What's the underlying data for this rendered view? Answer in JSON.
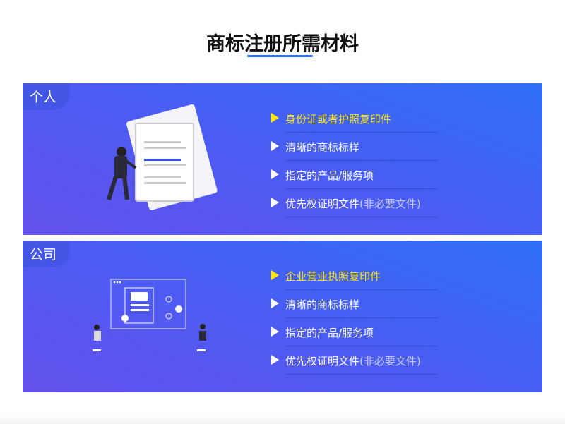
{
  "title": "商标注册所需材料",
  "sections": [
    {
      "tag": "个人",
      "items": [
        {
          "label": "身份证或者护照复印件",
          "note": "",
          "highlight": true
        },
        {
          "label": "清晰的商标标样",
          "note": ""
        },
        {
          "label": "指定的产品/服务项",
          "note": ""
        },
        {
          "label": "优先权证明文件",
          "note": "(非必要文件)"
        }
      ]
    },
    {
      "tag": "公司",
      "items": [
        {
          "label": "企业营业执照复印件",
          "note": "",
          "highlight": true
        },
        {
          "label": "清晰的商标标样",
          "note": ""
        },
        {
          "label": "指定的产品/服务项",
          "note": ""
        },
        {
          "label": "优先权证明文件",
          "note": "(非必要文件)"
        }
      ]
    }
  ],
  "colors": {
    "accent": "#2f6ff8",
    "highlight": "#ffe600"
  }
}
